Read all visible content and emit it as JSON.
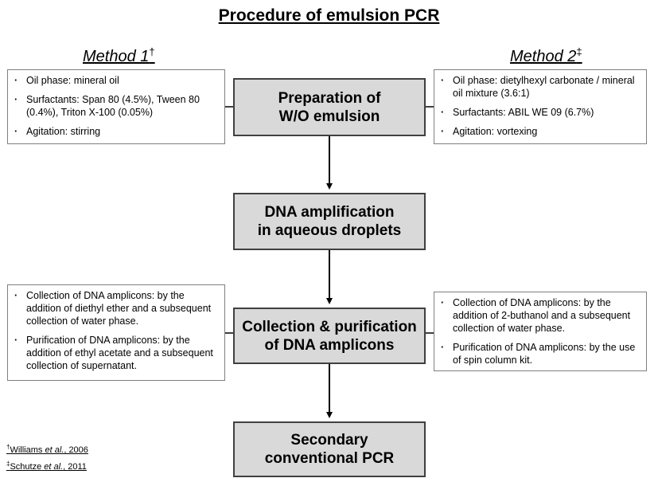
{
  "title": "Procedure of emulsion PCR",
  "methods": {
    "method1": {
      "label": "Method 1",
      "mark": "†"
    },
    "method2": {
      "label": "Method 2",
      "mark": "‡"
    }
  },
  "steps": [
    {
      "line1": "Preparation of",
      "line2": "W/O emulsion"
    },
    {
      "line1": "DNA amplification",
      "line2": "in aqueous droplets"
    },
    {
      "line1": "Collection & purification",
      "line2": "of DNA amplicons"
    },
    {
      "line1": "Secondary",
      "line2": "conventional PCR"
    }
  ],
  "notes": {
    "m1_emulsion": [
      "Oil phase: mineral oil",
      "Surfactants: Span 80 (4.5%), Tween 80 (0.4%), Triton X-100 (0.05%)",
      "Agitation: stirring"
    ],
    "m2_emulsion": [
      "Oil phase: dietylhexyl carbonate / mineral oil mixture (3.6:1)",
      "Surfactants: ABIL WE 09 (6.7%)",
      "Agitation: vortexing"
    ],
    "m1_purification": [
      "Collection of DNA amplicons: by the addition of diethyl ether and a subsequent collection of water phase.",
      "Purification of DNA amplicons: by the addition of ethyl acetate and a subsequent collection of supernatant."
    ],
    "m2_purification": [
      "Collection of DNA amplicons: by the addition of 2-buthanol and a subsequent collection of water phase.",
      "Purification of DNA amplicons: by the use of spin column kit."
    ]
  },
  "references": [
    {
      "mark": "†",
      "author": "Williams",
      "etal": "et al.",
      "year": ", 2006"
    },
    {
      "mark": "‡",
      "author": "Schutze",
      "etal": "et al.",
      "year": ", 2011"
    }
  ]
}
